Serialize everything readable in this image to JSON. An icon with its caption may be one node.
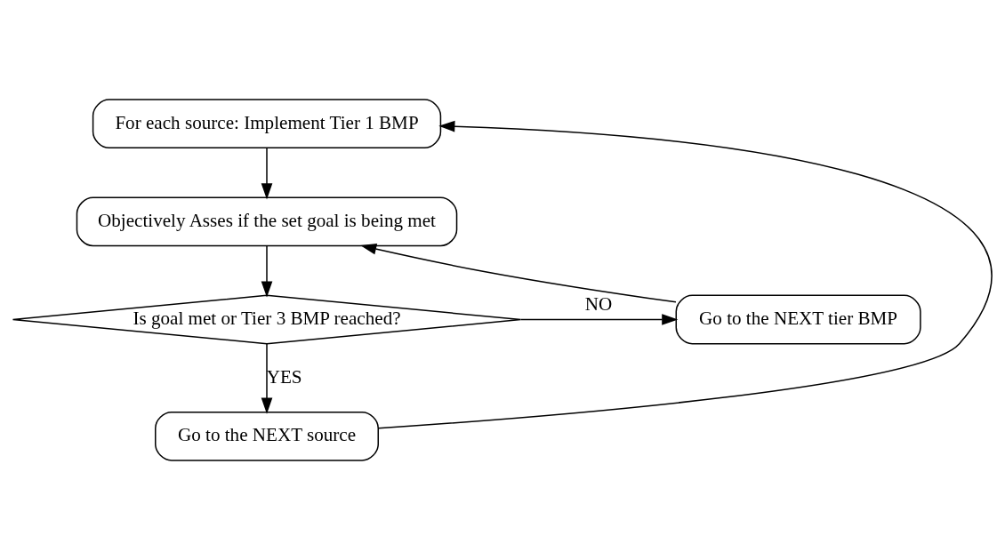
{
  "diagram": {
    "nodes": [
      {
        "text": [
          "For each source: Implement Tier 1 BMP"
        ]
      },
      {
        "text": [
          "Objectively Asses if the set goal is being met"
        ]
      },
      {
        "text": [
          "Is goal met or Tier 3 BMP reached?"
        ]
      },
      {
        "text": [
          "Go to the NEXT tier BMP"
        ]
      },
      {
        "text": [
          "Go to the NEXT source"
        ]
      }
    ],
    "edges": [
      {
        "from": 0,
        "to": 1,
        "arrow": "to"
      },
      {
        "from": 1,
        "to": 2,
        "arrow": "to"
      },
      {
        "from": 2,
        "to": 3,
        "arrow": "to",
        "label": "NO"
      },
      {
        "from": 3,
        "to": 1,
        "arrow": "to"
      },
      {
        "from": 2,
        "to": 4,
        "arrow": "to",
        "label": "YES"
      },
      {
        "from": 4,
        "to": 0,
        "arrow": "to"
      }
    ]
  }
}
